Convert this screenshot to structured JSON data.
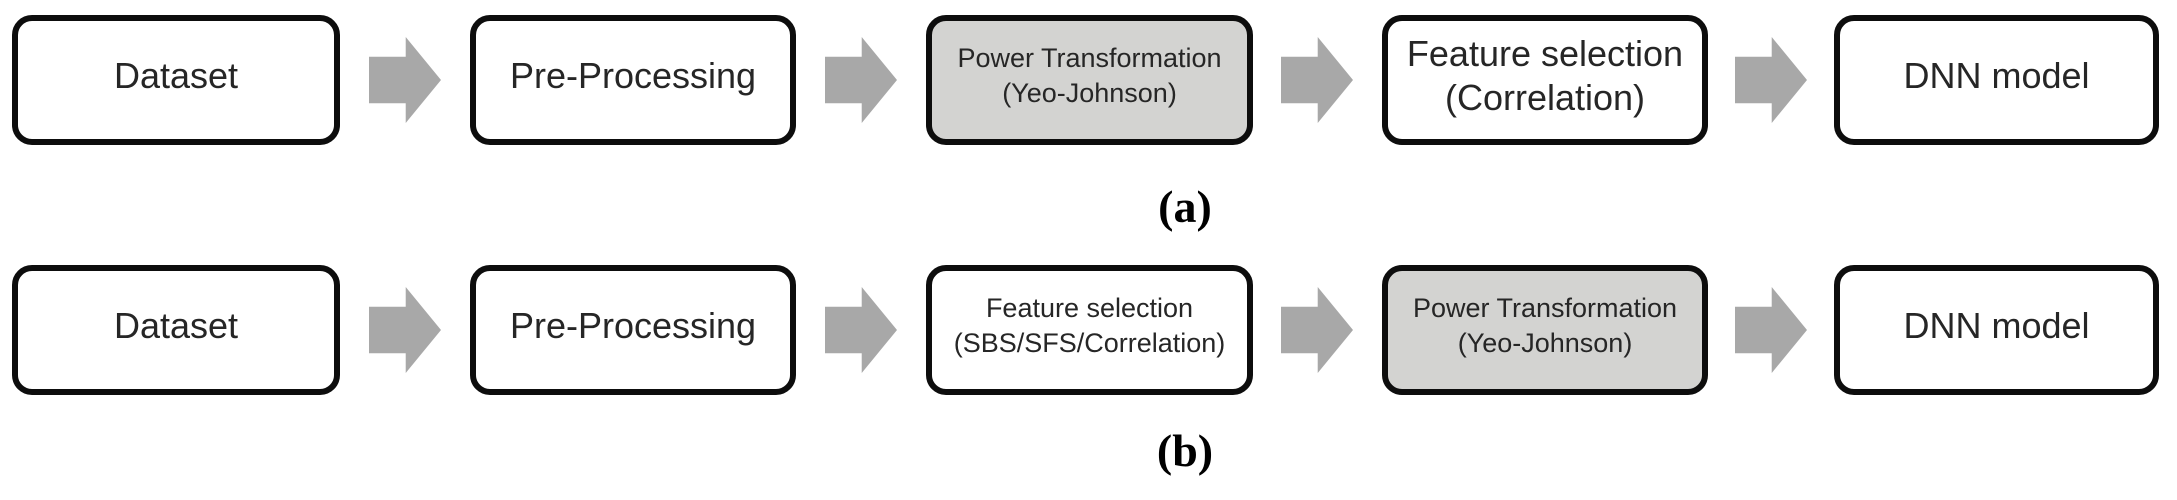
{
  "figure": {
    "type": "flow-diagram",
    "description_visible": false,
    "colors": {
      "box_border": "#0d0d0d",
      "box_fill": "#ffffff",
      "highlight_fill": "#d3d3d1",
      "arrow_fill": "#a8a8a8",
      "text": "#262626",
      "label": "#000000",
      "background": "#ffffff"
    },
    "rows": [
      {
        "label": "(a)",
        "boxes": [
          {
            "lines": [
              "Dataset"
            ],
            "highlighted": false
          },
          {
            "lines": [
              "Pre-Processing"
            ],
            "highlighted": false
          },
          {
            "lines": [
              "Power Transformation",
              "(Yeo-Johnson)"
            ],
            "highlighted": true
          },
          {
            "lines": [
              "Feature selection",
              "(Correlation)"
            ],
            "highlighted": false
          },
          {
            "lines": [
              "DNN model"
            ],
            "highlighted": false
          }
        ]
      },
      {
        "label": "(b)",
        "boxes": [
          {
            "lines": [
              "Dataset"
            ],
            "highlighted": false
          },
          {
            "lines": [
              "Pre-Processing"
            ],
            "highlighted": false
          },
          {
            "lines": [
              "Feature selection",
              "(SBS/SFS/Correlation)"
            ],
            "highlighted": false
          },
          {
            "lines": [
              "Power Transformation",
              "(Yeo-Johnson)"
            ],
            "highlighted": true
          },
          {
            "lines": [
              "DNN model"
            ],
            "highlighted": false
          }
        ]
      }
    ]
  }
}
